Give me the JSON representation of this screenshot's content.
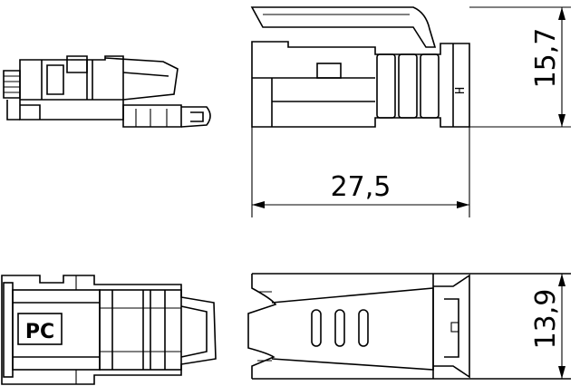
{
  "dimensions": {
    "length": "27,5",
    "height": "15,7",
    "width": "13,9"
  },
  "markings": {
    "pc_label": "PC",
    "side_mark": "H"
  }
}
